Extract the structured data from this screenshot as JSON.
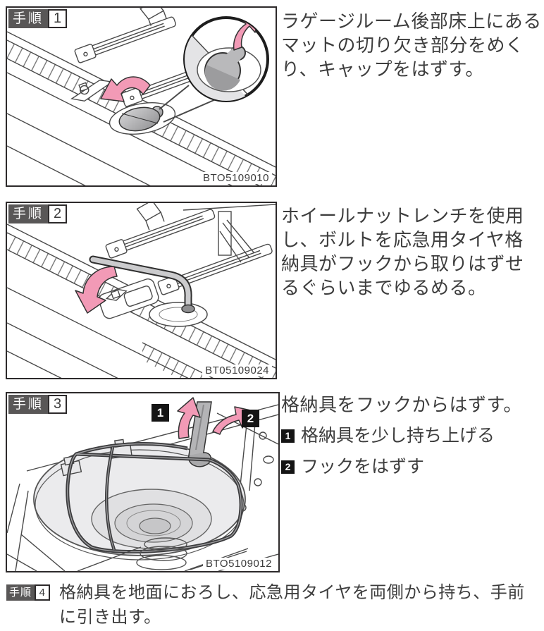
{
  "colors": {
    "accent_pink": "#f29ab6",
    "step_tag_gray": "#595757",
    "marker_black": "#141414",
    "line_art": "#4a4a4a",
    "text": "#3d3d3d"
  },
  "steps": [
    {
      "label": "手順",
      "number": "1",
      "image_code": "BTO5109010",
      "description": "ラゲージルーム後部床上にあるマットの切り欠き部分をめくり、キャップをはずす。"
    },
    {
      "label": "手順",
      "number": "2",
      "image_code": "BT05109024",
      "description": "ホイールナットレンチを使用し、ボルトを応急用タイヤ格納具がフックから取りはずせるぐらいまでゆるめる。"
    },
    {
      "label": "手順",
      "number": "3",
      "image_code": "BTO5109012",
      "description": "格納具をフックからはずす。",
      "sub_steps": [
        {
          "marker": "1",
          "text": "格納具を少し持ち上げる"
        },
        {
          "marker": "2",
          "text": "フックをはずす"
        }
      ]
    },
    {
      "label": "手順",
      "number": "4",
      "description": "格納具を地面におろし、応急用タイヤを両側から持ち、手前に引き出す。"
    }
  ]
}
